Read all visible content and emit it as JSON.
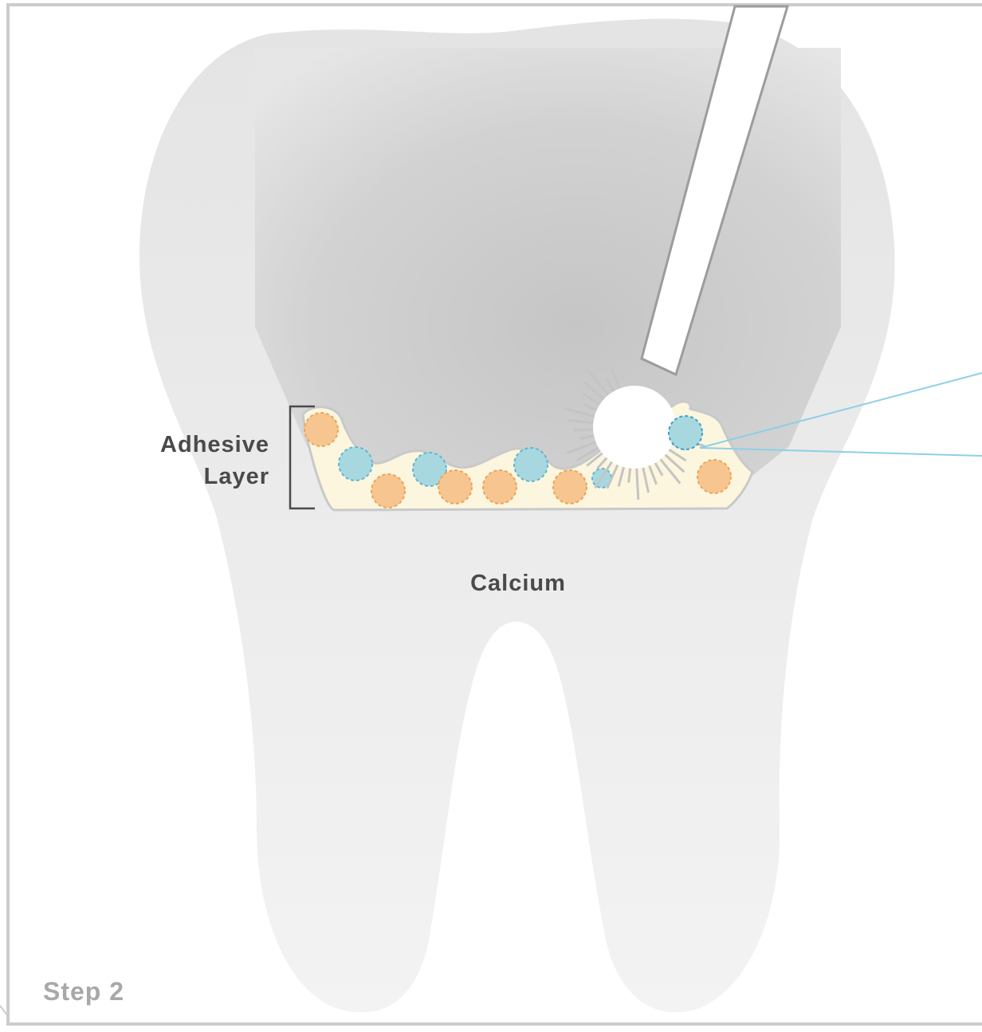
{
  "labels": {
    "adhesive_line1": "Adhesive",
    "adhesive_line2": "Layer",
    "calcium": "Calcium",
    "step": "Step 2"
  },
  "colors": {
    "tooth": "#ececec",
    "cavity": "#c9c9ca",
    "adhesive": "#fcf6df",
    "particle_orange": "#f6c590",
    "particle_blue": "#a7d8e0",
    "pointer_line": "#8ecfe6",
    "frame": "#cccccc"
  },
  "icons": {
    "instrument": "dental-brush-applicator-icon",
    "bracket": "bracket-icon"
  }
}
